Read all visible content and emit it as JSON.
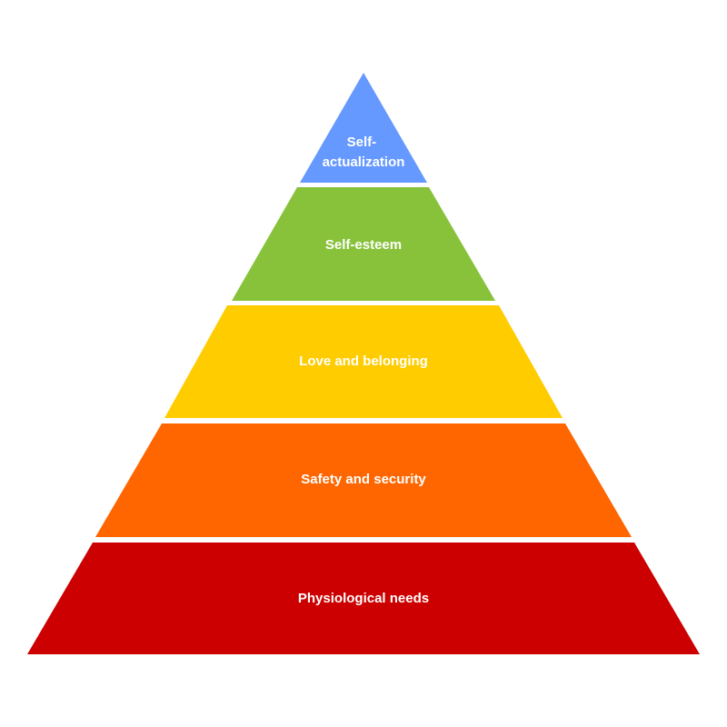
{
  "diagram": {
    "type": "pyramid",
    "tiers": [
      {
        "lines": [
          "Self-",
          "actualization"
        ],
        "color": "#6699ff"
      },
      {
        "lines": [
          "Self-esteem"
        ],
        "color": "#88c23a"
      },
      {
        "lines": [
          "Love and belonging"
        ],
        "color": "#ffcc00"
      },
      {
        "lines": [
          "Safety and security"
        ],
        "color": "#ff6600"
      },
      {
        "lines": [
          "Physiological needs"
        ],
        "color": "#cc0000"
      }
    ]
  }
}
